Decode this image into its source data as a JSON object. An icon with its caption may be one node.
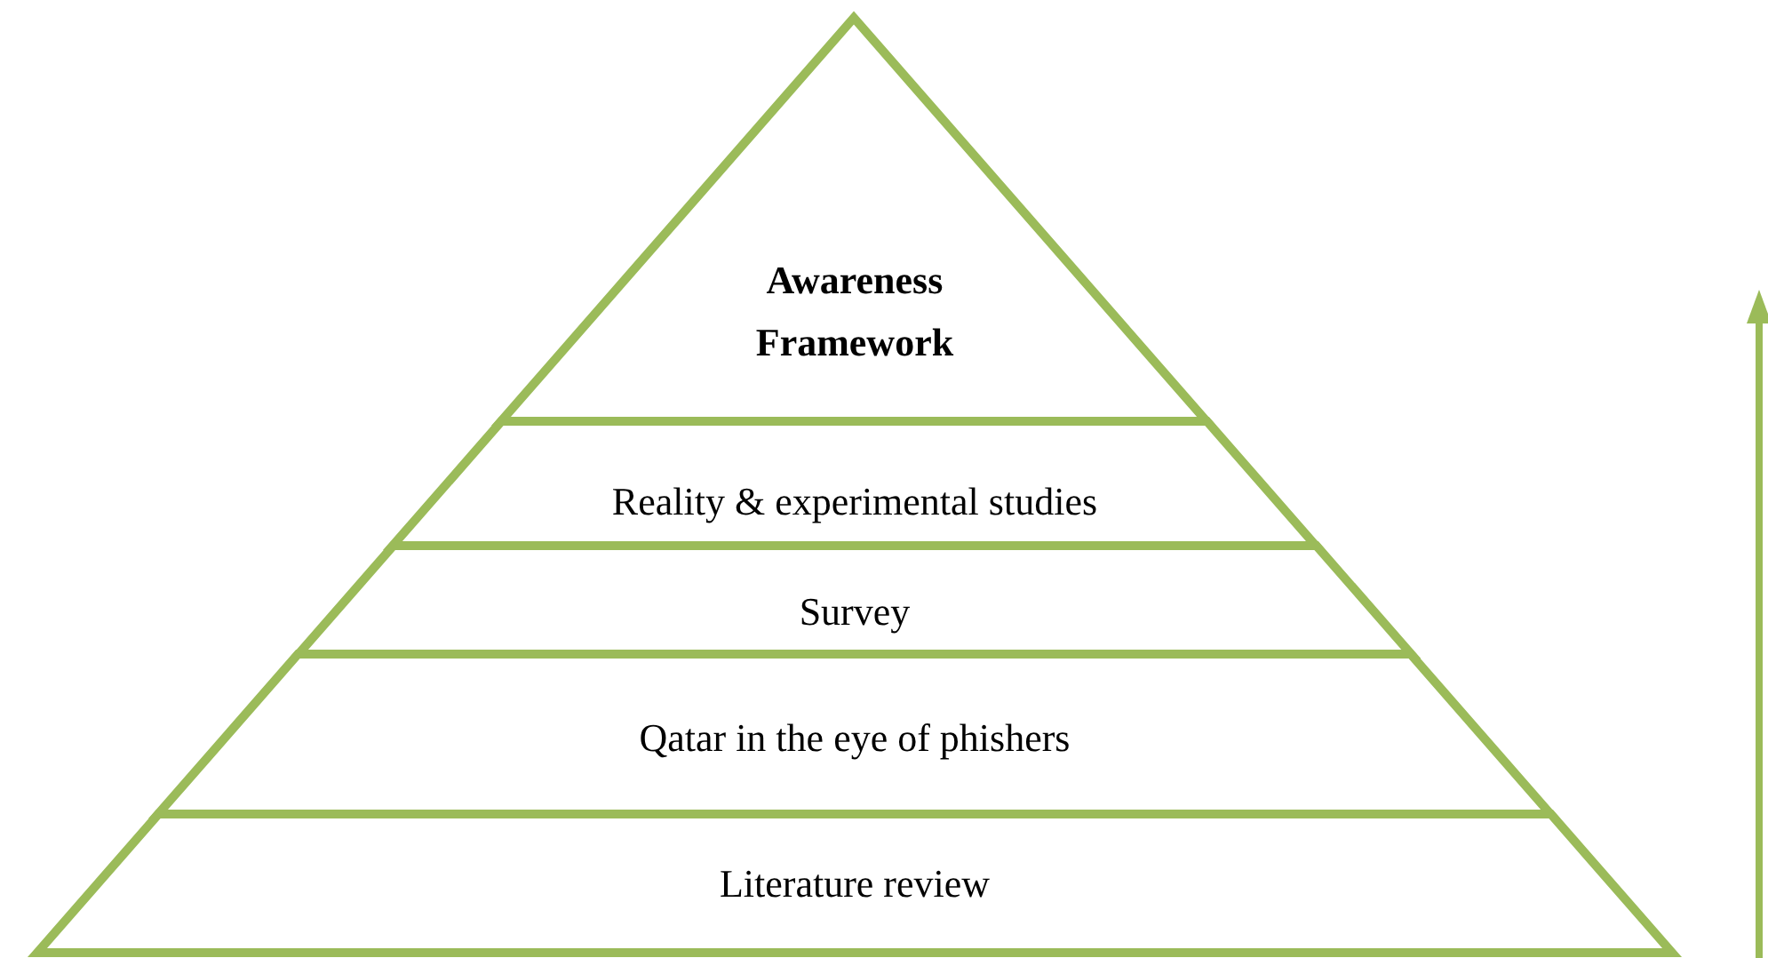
{
  "diagram": {
    "nodes": [
      {
        "text": [
          "Awareness Framework"
        ]
      },
      {
        "text": [
          "Reality & experimental studies"
        ]
      },
      {
        "text": [
          "Survey"
        ]
      },
      {
        "text": [
          "Qatar in the eye of phishers"
        ]
      },
      {
        "text": [
          "Literature review"
        ]
      }
    ]
  }
}
